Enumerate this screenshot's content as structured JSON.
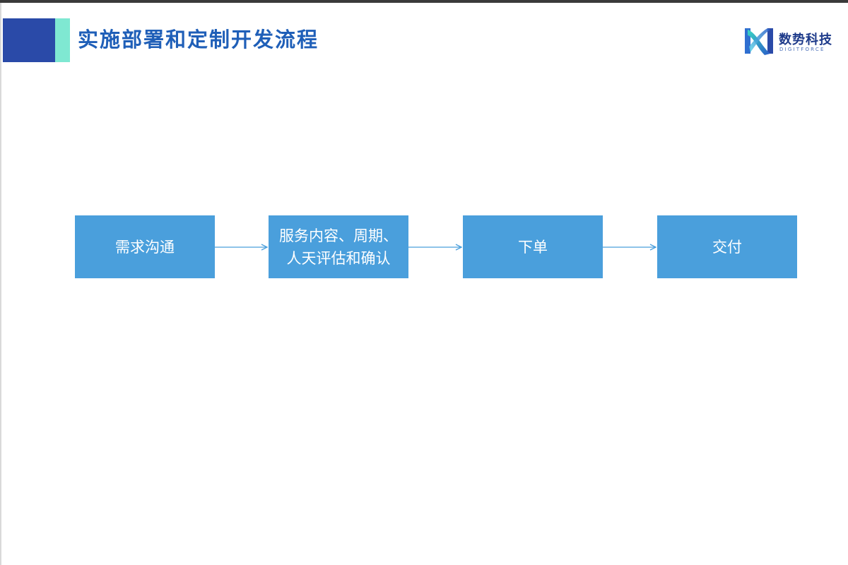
{
  "header": {
    "title": "实施部署和定制开发流程"
  },
  "logo": {
    "name": "数势科技",
    "subtitle": "DIGITFORCE"
  },
  "flow": {
    "steps": [
      {
        "label": "需求沟通"
      },
      {
        "label": "服务内容、周期、人天评估和确认"
      },
      {
        "label": "下单"
      },
      {
        "label": "交付"
      }
    ]
  },
  "colors": {
    "title": "#1f5fb8",
    "box": "#4a9fdc",
    "arrow": "#4a9fdc",
    "header_dark": "#2a4aa8",
    "header_light": "#7fe8d2"
  }
}
